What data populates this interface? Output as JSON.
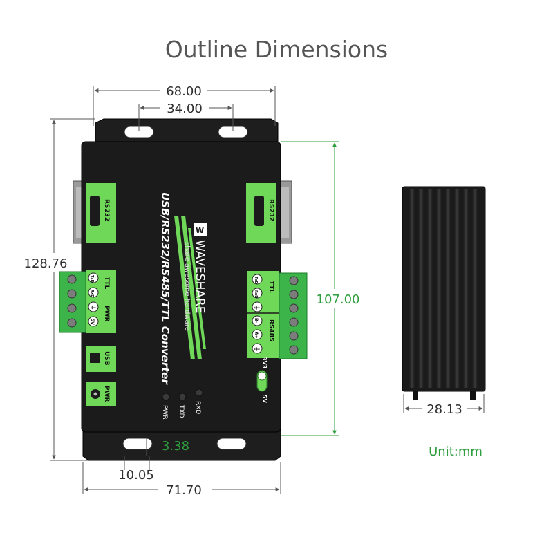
{
  "title": "Outline Dimensions",
  "unit_label": "Unit:mm",
  "dimensions": {
    "width_outer": "68.00",
    "hole_spacing": "34.00",
    "height_outer": "128.76",
    "height_body": "107.00",
    "depth": "28.13",
    "hole_diameter": "3.38",
    "hole_offset": "10.05",
    "width_flange": "71.70"
  },
  "device": {
    "product_name": "USB/RS232/RS485/TTL Converter",
    "brand": "WAVESHARE",
    "tagline": "share awesome hardware",
    "ports": {
      "rs232_left": "RS232",
      "rs232_right": "RS232",
      "ttl_left": "TTL",
      "pwr_left": "PWR",
      "ttl_right": "TTL",
      "rs485": "RS485",
      "usb": "USB",
      "pwr_jack": "PWR"
    },
    "pins_left": [
      "TxD",
      "RxD",
      "⏚",
      "5V"
    ],
    "pins_right": [
      "TxD",
      "RxD",
      "⏚",
      "B-",
      "A+",
      "⏚"
    ],
    "switch": {
      "low": "3V3",
      "high": "5V"
    },
    "leds": [
      "PWR",
      "TXD",
      "RXD"
    ]
  },
  "colors": {
    "accent_green": "#6fd858",
    "body": "#1b1b1b",
    "dimension_green": "#2e9e3e"
  }
}
